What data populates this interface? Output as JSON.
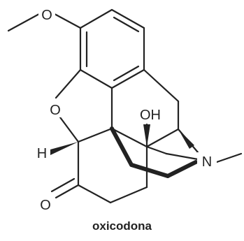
{
  "molecule": {
    "name": "oxicodona",
    "atoms": {
      "methoxy_oxygen": "O",
      "furan_oxygen": "O",
      "hydroxyl": "OH",
      "hydrogen": "H",
      "nitrogen": "N",
      "ketone_oxygen": "O"
    }
  },
  "colors": {
    "ink": "#222222",
    "background": "#ffffff"
  }
}
